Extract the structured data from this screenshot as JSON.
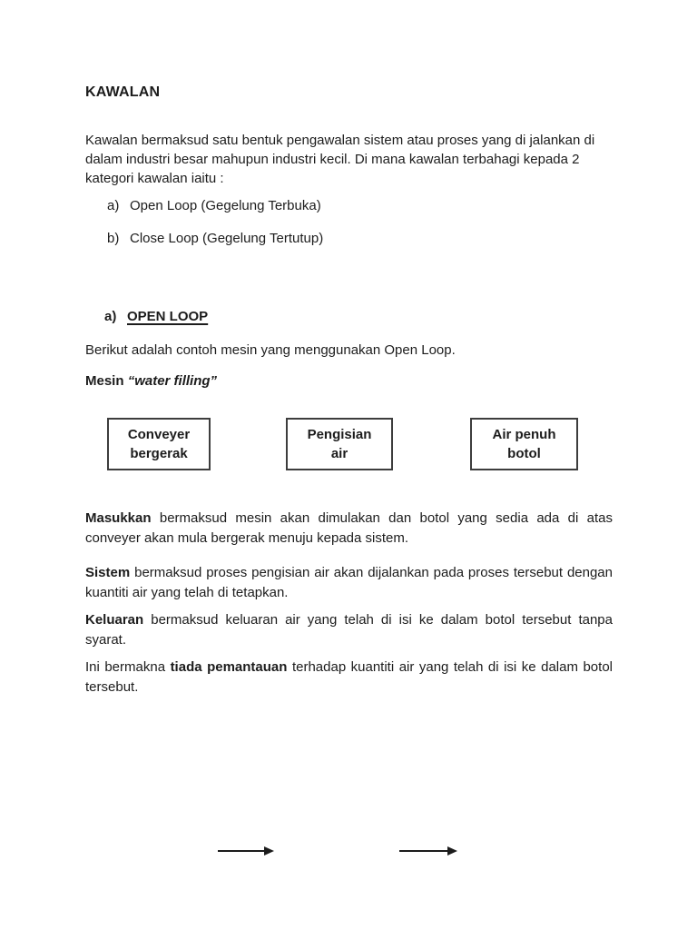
{
  "doc": {
    "title": "KAWALAN",
    "intro": "Kawalan bermaksud satu bentuk pengawalan sistem atau proses yang di jalankan di dalam industri besar mahupun industri kecil. Di mana kawalan terbahagi kepada 2 kategori kawalan iaitu :",
    "list": [
      {
        "marker": "a)",
        "text": "Open Loop (Gegelung Terbuka)"
      },
      {
        "marker": "b)",
        "text": "Close Loop (Gegelung Tertutup)"
      }
    ],
    "section": {
      "marker": "a)",
      "title": "OPEN LOOP"
    },
    "example_intro": "Berikut adalah contoh mesin yang menggunakan Open Loop.",
    "machine": {
      "label": "Mesin ",
      "name": "“water filling”"
    },
    "diagram": {
      "boxes": [
        {
          "line1": "Conveyer",
          "line2": "bergerak"
        },
        {
          "line1": "Pengisian",
          "line2": "air"
        },
        {
          "line1": "Air penuh",
          "line2": "botol"
        }
      ]
    },
    "paragraphs": [
      {
        "bold": "Masukkan",
        "rest": " bermaksud mesin akan dimulakan dan botol yang sedia ada di atas conveyer akan mula bergerak menuju kepada sistem."
      },
      {
        "bold": "Sistem",
        "rest": " bermaksud proses pengisian air akan dijalankan pada proses tersebut dengan kuantiti air yang telah di tetapkan."
      },
      {
        "bold": "Keluaran",
        "rest": " bermaksud keluaran air yang telah di isi ke dalam botol tersebut tanpa syarat."
      },
      {
        "prefix": "Ini bermakna ",
        "bold": "tiada pemantauan",
        "rest": " terhadap kuantiti air yang telah di isi ke dalam botol tersebut."
      }
    ],
    "colors": {
      "text": "#1c1c1c",
      "box_border": "#3d3d3d",
      "background": "#ffffff"
    }
  }
}
